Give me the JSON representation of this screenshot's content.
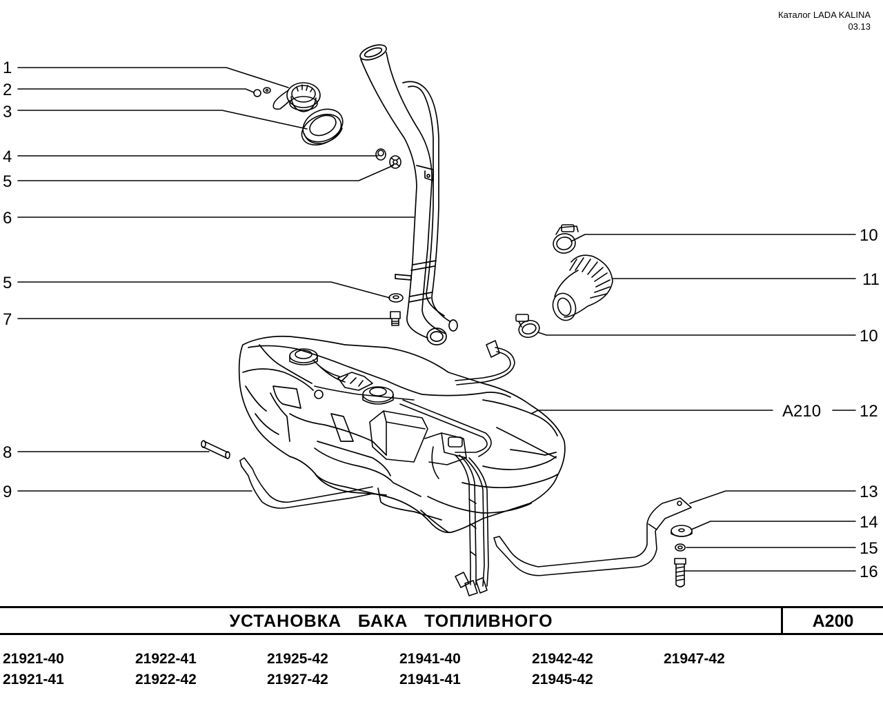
{
  "header": {
    "catalog": "Каталог LADA KALINA",
    "date": "03.13"
  },
  "callouts_left": [
    "1",
    "2",
    "3",
    "4",
    "5",
    "6",
    "5",
    "7",
    "8",
    "9"
  ],
  "callouts_right": [
    "10",
    "11",
    "10",
    "A210",
    "12",
    "13",
    "14",
    "15",
    "16"
  ],
  "title": "УСТАНОВКА   БАКА   ТОПЛИВНОГО",
  "section_code": "A200",
  "models": {
    "col1": [
      "21921-40",
      "21921-41"
    ],
    "col2": [
      "21922-41",
      "21922-42"
    ],
    "col3": [
      "21925-42",
      "21927-42"
    ],
    "col4": [
      "21941-40",
      "21941-41"
    ],
    "col5": [
      "21942-42",
      "21945-42"
    ],
    "col6": [
      "21947-42"
    ]
  }
}
